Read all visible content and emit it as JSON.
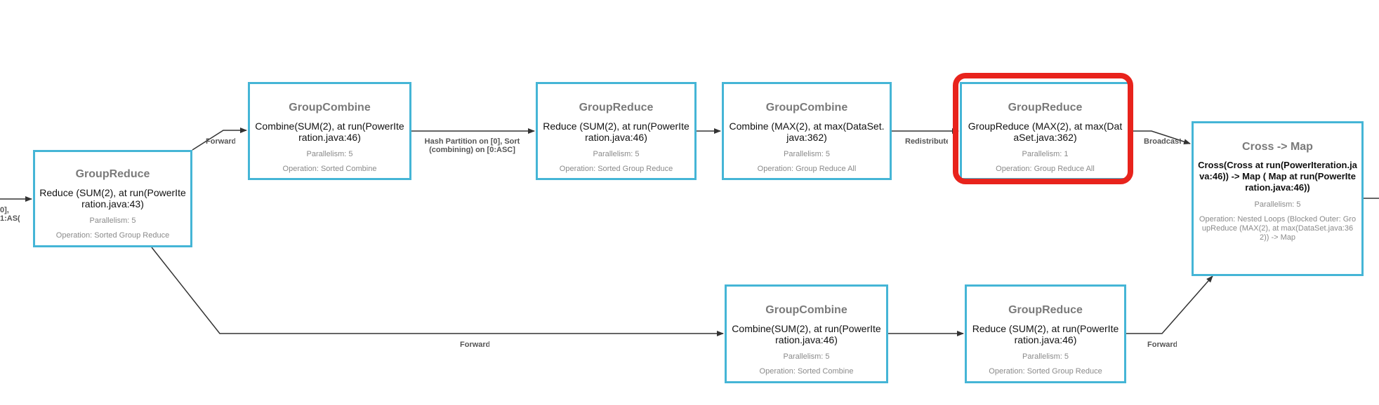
{
  "colors": {
    "node_border": "#45b5d6",
    "edge": "#333333",
    "highlight": "#e8231c"
  },
  "left_cut_label": {
    "line1": "0],",
    "line2": "1:AS("
  },
  "nodes": [
    {
      "id": "n1",
      "type": "GroupReduce",
      "desc": "Reduce (SUM(2), at run(PowerIteration.java:43)",
      "parallelism": "Parallelism: 5",
      "operation": "Operation: Sorted Group Reduce"
    },
    {
      "id": "n2",
      "type": "GroupCombine",
      "desc": "Combine(SUM(2), at run(PowerIteration.java:46)",
      "parallelism": "Parallelism: 5",
      "operation": "Operation: Sorted Combine"
    },
    {
      "id": "n3",
      "type": "GroupReduce",
      "desc": "Reduce (SUM(2), at run(PowerIteration.java:46)",
      "parallelism": "Parallelism: 5",
      "operation": "Operation: Sorted Group Reduce"
    },
    {
      "id": "n4",
      "type": "GroupCombine",
      "desc": "Combine (MAX(2), at max(DataSet.java:362)",
      "parallelism": "Parallelism: 5",
      "operation": "Operation: Group Reduce All"
    },
    {
      "id": "n5",
      "type": "GroupReduce",
      "desc": "GroupReduce (MAX(2), at max(DataSet.java:362)",
      "parallelism": "Parallelism: 1",
      "operation": "Operation: Group Reduce All"
    },
    {
      "id": "n6",
      "type": "Cross -> Map",
      "desc": "Cross(Cross at run(PowerIteration.java:46)) -> Map ( Map at run(PowerIteration.java:46))",
      "parallelism": "Parallelism: 5",
      "operation": "Operation: Nested Loops (Blocked Outer: GroupReduce (MAX(2), at max(DataSet.java:362)) -> Map"
    },
    {
      "id": "n7",
      "type": "GroupCombine",
      "desc": "Combine(SUM(2), at run(PowerIteration.java:46)",
      "parallelism": "Parallelism: 5",
      "operation": "Operation: Sorted Combine"
    },
    {
      "id": "n8",
      "type": "GroupReduce",
      "desc": "Reduce (SUM(2), at run(PowerIteration.java:46)",
      "parallelism": "Parallelism: 5",
      "operation": "Operation: Sorted Group Reduce"
    }
  ],
  "edges": [
    {
      "id": "e0",
      "from": "input",
      "to": "n1",
      "label": ""
    },
    {
      "id": "e1",
      "from": "n1",
      "to": "n2",
      "label": "Forward"
    },
    {
      "id": "e2",
      "from": "n2",
      "to": "n3",
      "label": "Hash Partition on [0], Sort (combining) on [0:ASC]"
    },
    {
      "id": "e3",
      "from": "n3",
      "to": "n4",
      "label": ""
    },
    {
      "id": "e4",
      "from": "n4",
      "to": "n5",
      "label": "Redistribute"
    },
    {
      "id": "e5",
      "from": "n5",
      "to": "n6",
      "label": "Broadcast"
    },
    {
      "id": "e6",
      "from": "n1",
      "to": "n7",
      "label": "Forward"
    },
    {
      "id": "e7",
      "from": "n7",
      "to": "n8",
      "label": ""
    },
    {
      "id": "e8",
      "from": "n8",
      "to": "n6",
      "label": "Forward"
    },
    {
      "id": "e9",
      "from": "n6",
      "to": "output",
      "label": ""
    }
  ],
  "highlighted_node": "n5"
}
